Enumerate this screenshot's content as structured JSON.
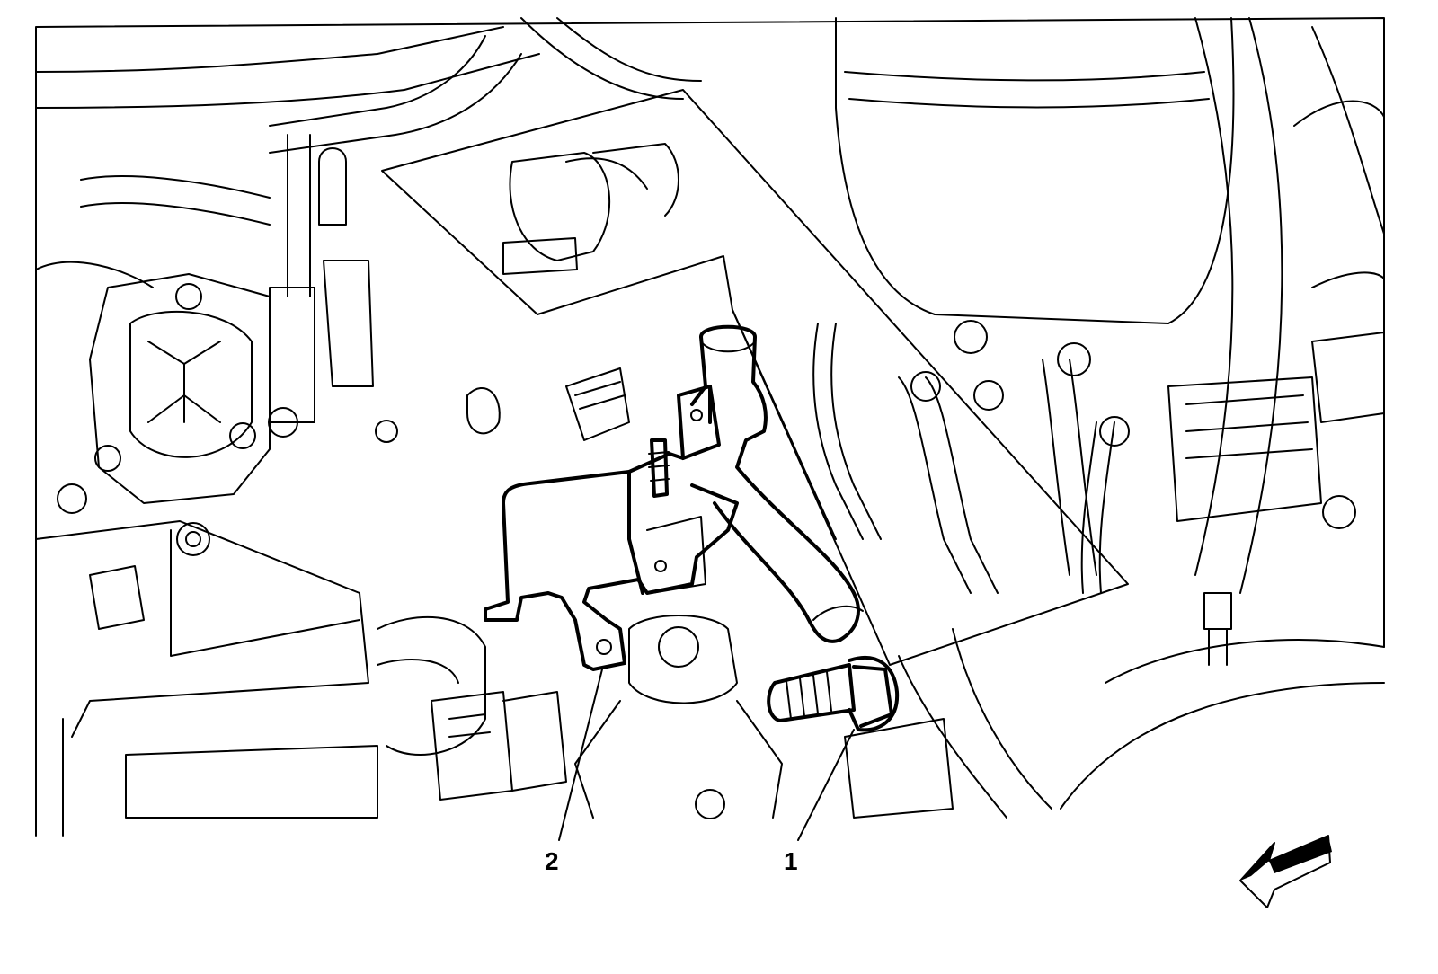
{
  "diagram": {
    "callouts": [
      {
        "id": 1,
        "label": "1",
        "target": "bolt"
      },
      {
        "id": 2,
        "label": "2",
        "target": "bracket"
      }
    ],
    "view_arrow": "front-of-vehicle-arrow",
    "colors": {
      "line": "#000000",
      "background": "#ffffff"
    }
  }
}
